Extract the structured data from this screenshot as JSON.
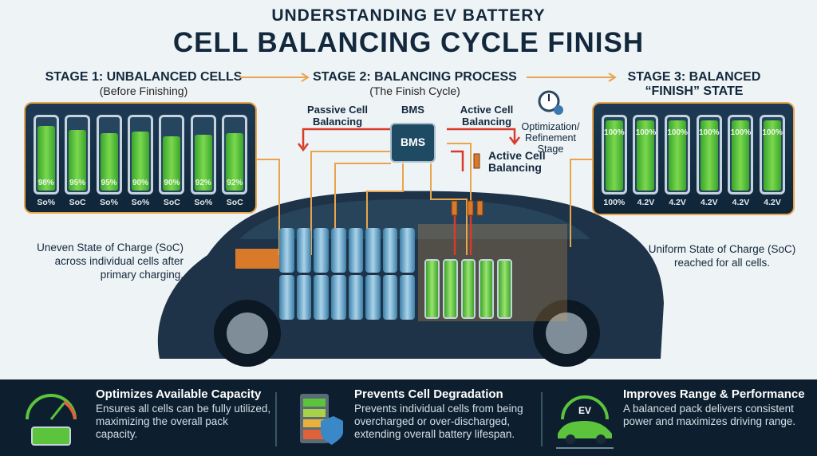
{
  "title": {
    "line1": "UNDERSTANDING EV BATTERY",
    "line2": "CELL BALANCING CYCLE FINISH"
  },
  "stages": [
    {
      "title": "STAGE 1: UNBALANCED CELLS",
      "subtitle": "(Before Finishing)"
    },
    {
      "title": "STAGE 2: BALANCING PROCESS",
      "subtitle": "(The Finish Cycle)"
    },
    {
      "title": "STAGE 3: BALANCED",
      "title2": "“FINISH” STATE"
    }
  ],
  "stage1_cells": [
    {
      "pct": "98%",
      "label": "So%",
      "level": 0.92
    },
    {
      "pct": "95%",
      "label": "SoC",
      "level": 0.86
    },
    {
      "pct": "95%",
      "label": "So%",
      "level": 0.81
    },
    {
      "pct": "90%",
      "label": "So%",
      "level": 0.84
    },
    {
      "pct": "90%",
      "label": "SoC",
      "level": 0.77
    },
    {
      "pct": "92%",
      "label": "So%",
      "level": 0.79
    },
    {
      "pct": "92%",
      "label": "SoC",
      "level": 0.81
    }
  ],
  "stage3_cells": [
    {
      "pct": "100%",
      "label": "100%",
      "level": 1
    },
    {
      "pct": "100%",
      "label": "4.2V",
      "level": 1
    },
    {
      "pct": "100%",
      "label": "4.2V",
      "level": 1
    },
    {
      "pct": "100%",
      "label": "4.2V",
      "level": 1
    },
    {
      "pct": "100%",
      "label": "4.2V",
      "level": 1
    },
    {
      "pct": "100%",
      "label": "4.2V",
      "level": 1
    }
  ],
  "diagram": {
    "passive": "Passive Cell Balancing",
    "bms_label": "BMS",
    "bms_chip": "BMS",
    "active_top": "Active Cell Balancing",
    "active_side": "Active Cell Balancing",
    "optimization": "Optimization/ Refinement Stage"
  },
  "notes": {
    "left": "Uneven State of Charge (SoC) across individual cells after primary charging.",
    "right": "Uniform State of Charge (SoC) reached for all cells."
  },
  "features": [
    {
      "title": "Optimizes Available Capacity",
      "desc": "Ensures all cells can be fully utilized, maximizing the overall pack capacity."
    },
    {
      "title": "Prevents Cell Degradation",
      "desc": "Prevents individual cells from being overcharged or over-discharged, extending overall battery lifespan."
    },
    {
      "title": "Improves Range & Performance",
      "desc": "A balanced pack delivers consistent power and maximizes driving range.",
      "badge": "EV"
    }
  ],
  "colors": {
    "accent": "#e9a54b",
    "navy": "#13283c",
    "green": "#5cc43c",
    "red": "#d93a2b"
  }
}
